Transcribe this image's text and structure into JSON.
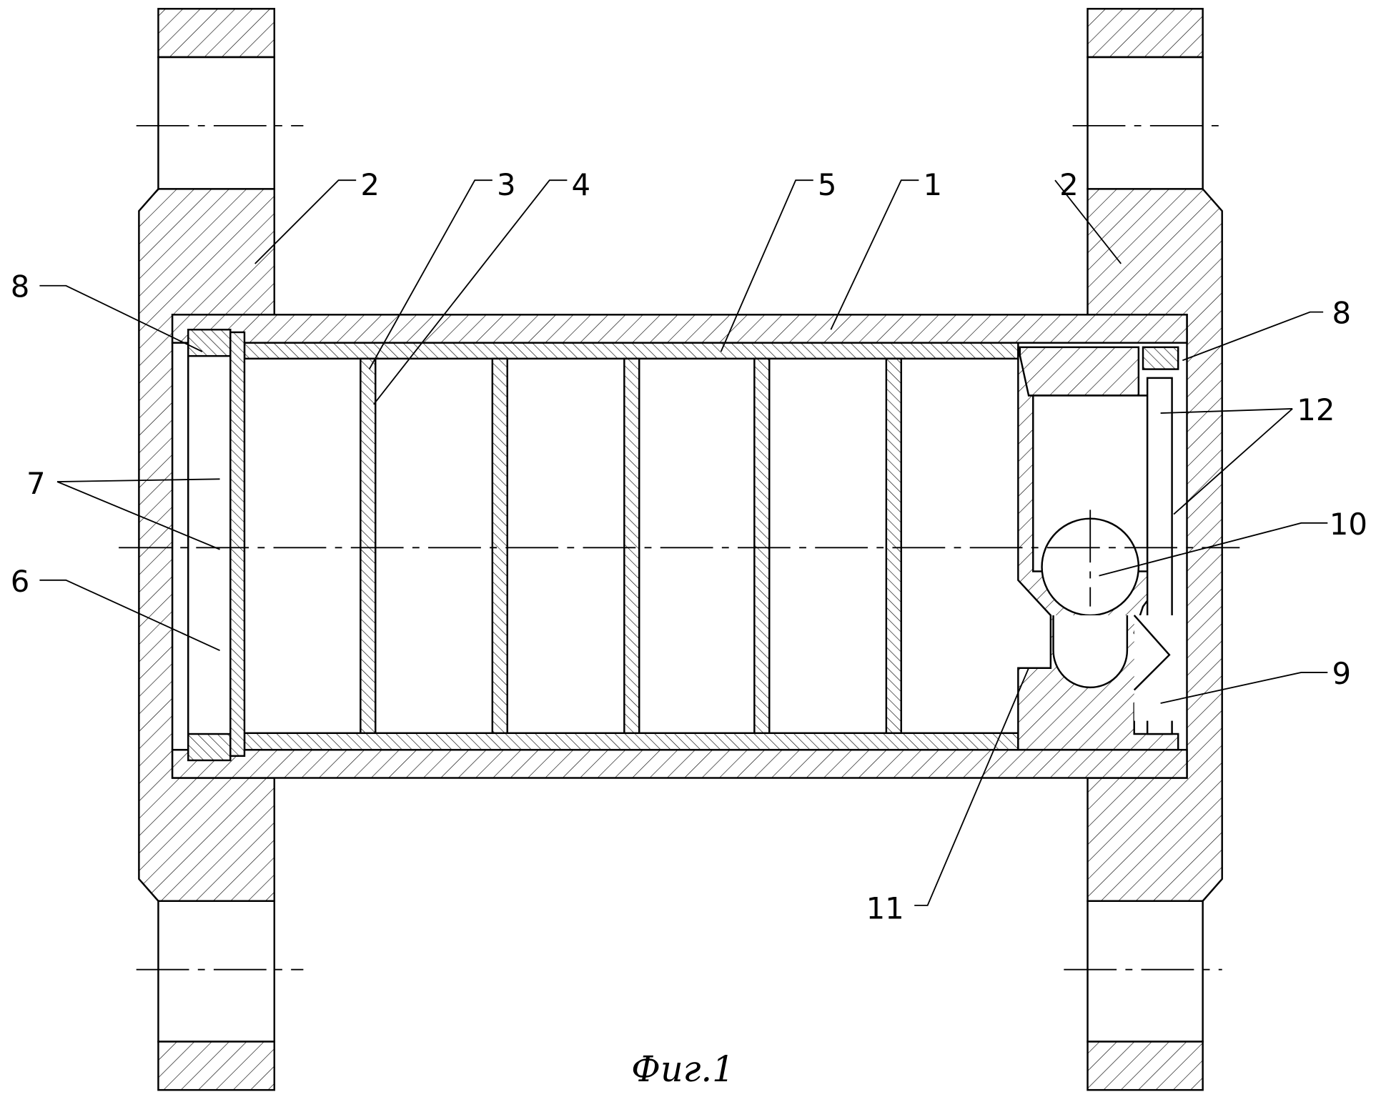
{
  "figure": {
    "caption": "Фиг.1",
    "labels": {
      "housing": "1",
      "flange_left": "2",
      "flange_right": "2",
      "partition": "3",
      "hole": "4",
      "sleeve": "5",
      "grid": "6",
      "grid_openings": "7",
      "seal_left": "8",
      "seal_right": "8",
      "valve_body": "9",
      "ball": "10",
      "channel": "11",
      "outlet": "12"
    }
  }
}
